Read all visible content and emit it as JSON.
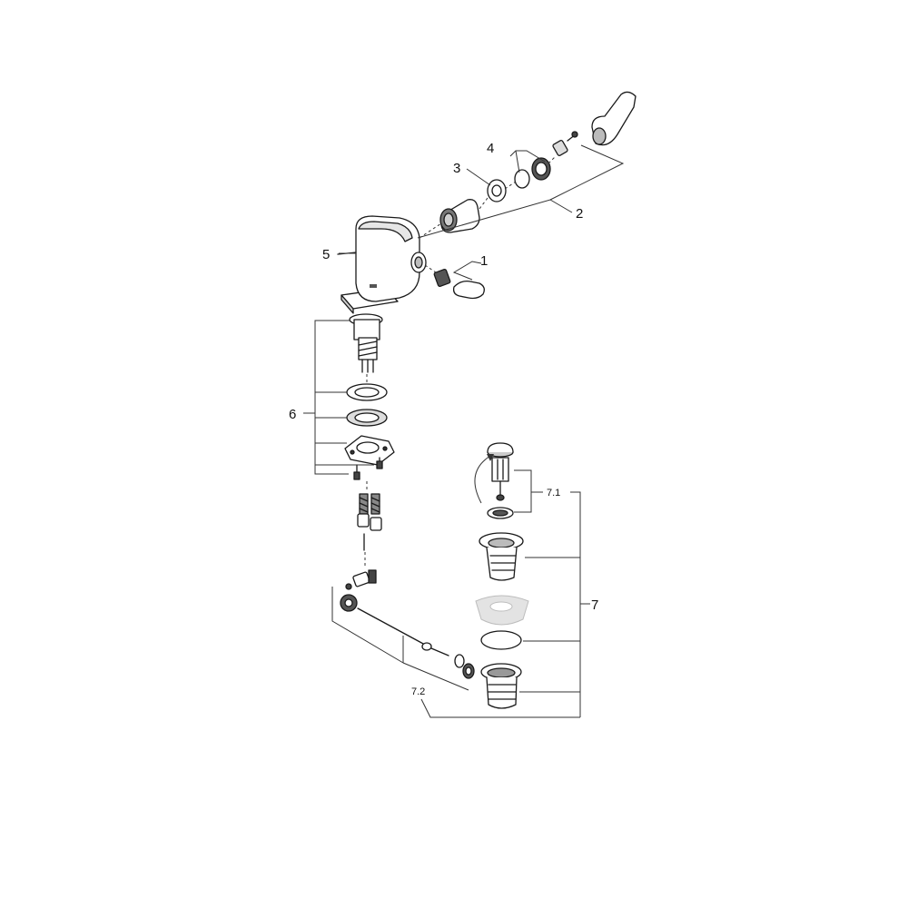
{
  "diagram": {
    "callouts": {
      "c1": "1",
      "c2": "2",
      "c3": "3",
      "c4": "4",
      "c5": "5",
      "c6": "6",
      "c7": "7",
      "c7_1": "7.1",
      "c7_2": "7.2"
    },
    "colors": {
      "line": "#1a1a1a",
      "part_fill": "#ffffff",
      "shade_light": "#d9d9d9",
      "shade_dark": "#8c8c8c",
      "ghost": "#e3e3e3"
    }
  }
}
